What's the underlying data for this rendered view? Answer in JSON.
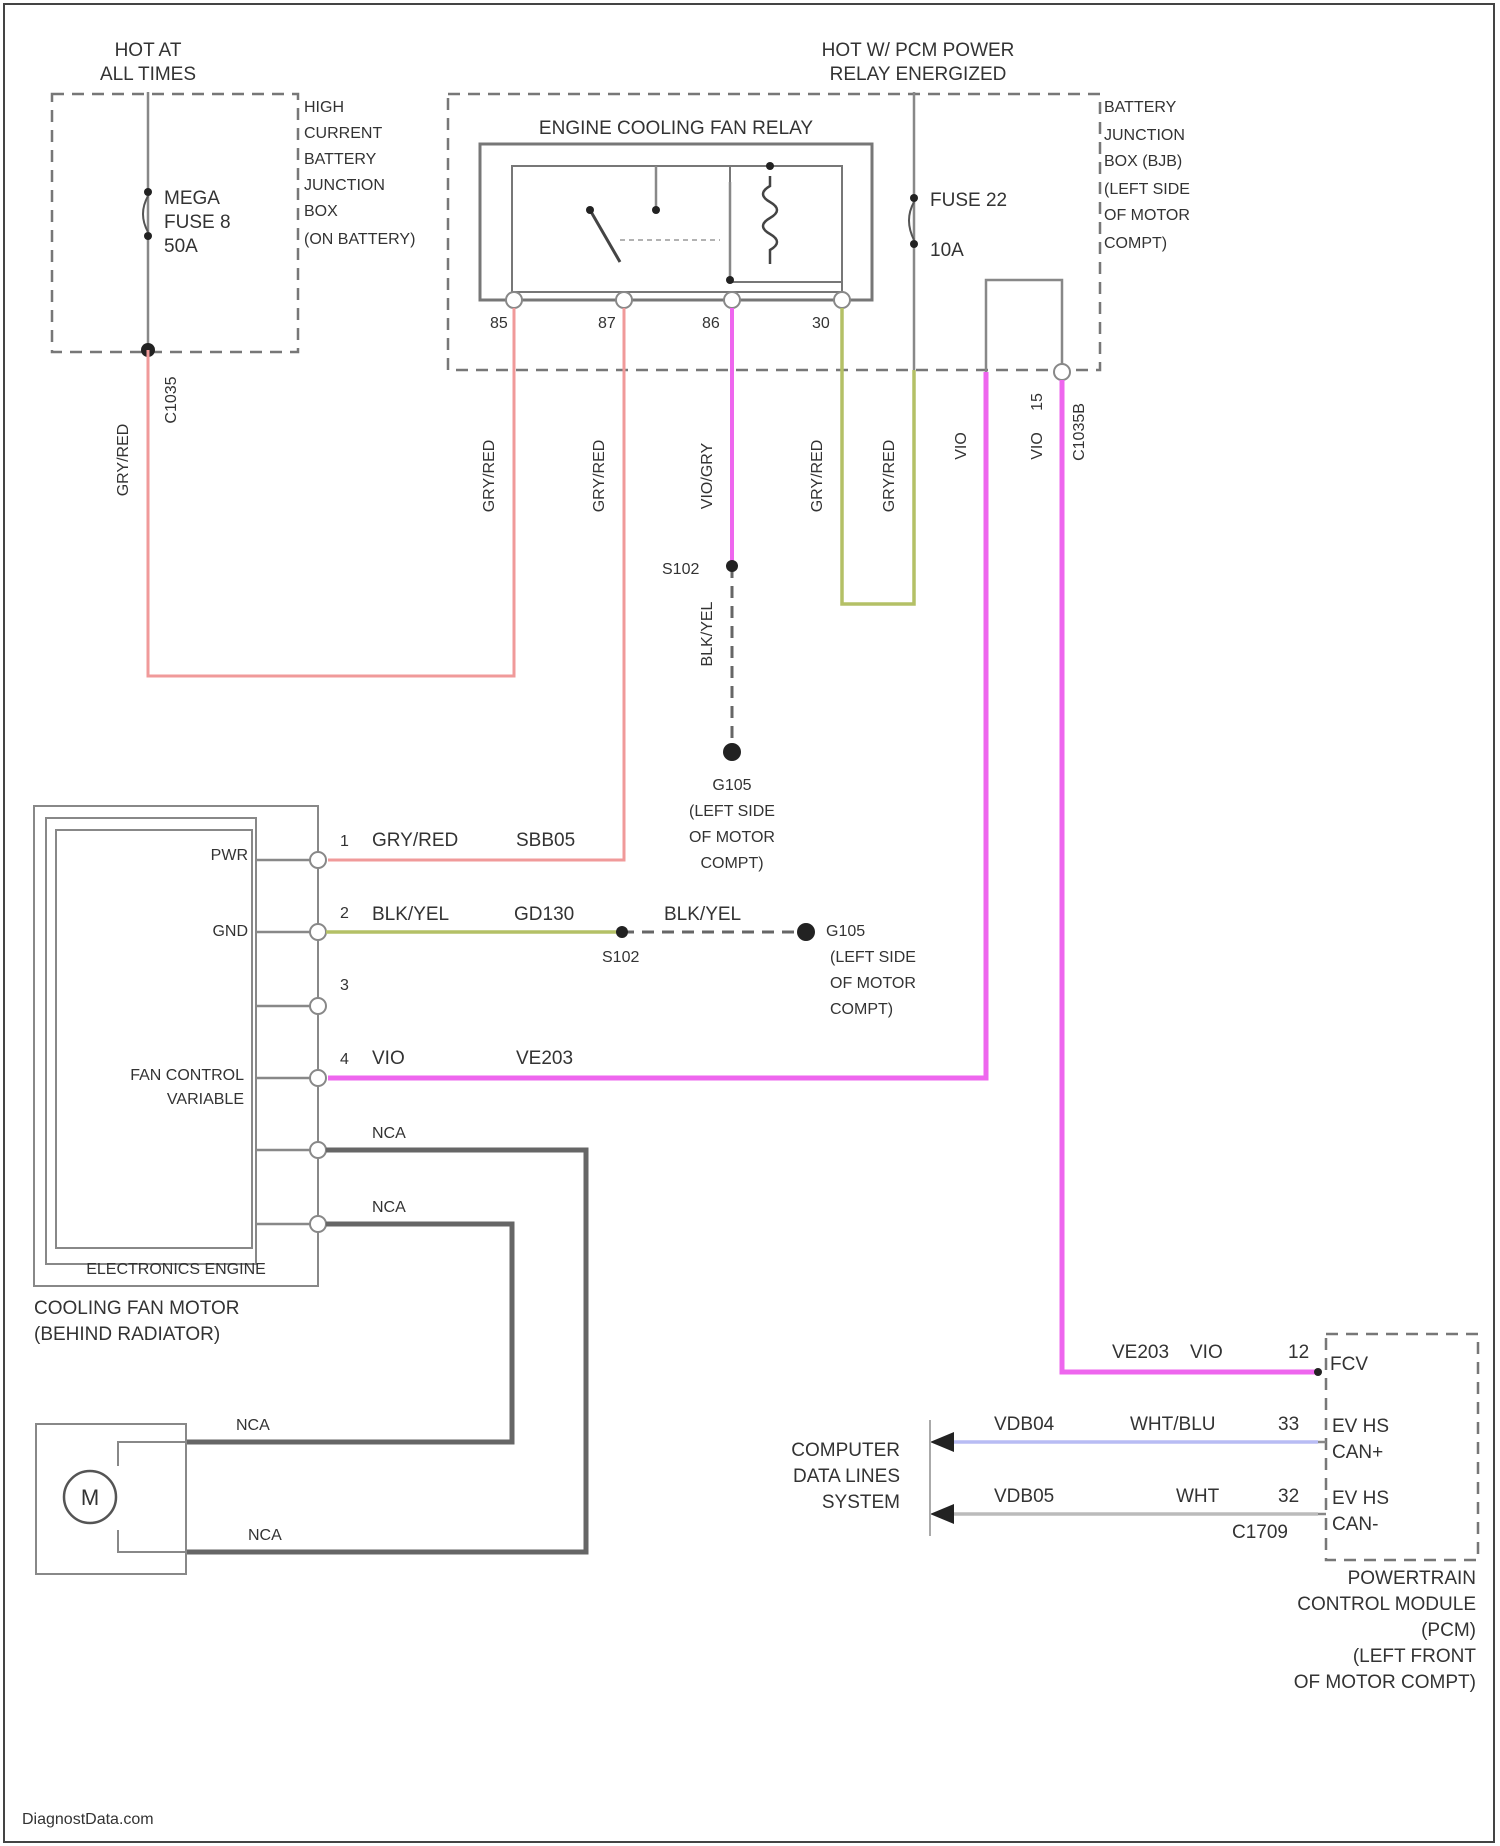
{
  "diagram": {
    "hot_at_all_times": [
      "HOT AT",
      "ALL TIMES"
    ],
    "hot_pcm": [
      "HOT W/ PCM POWER",
      "RELAY ENERGIZED"
    ],
    "hcbjb": [
      "HIGH",
      "CURRENT",
      "BATTERY",
      "JUNCTION",
      "BOX",
      "(ON BATTERY)"
    ],
    "bjb": [
      "BATTERY",
      "JUNCTION",
      "BOX (BJB)",
      "(LEFT SIDE",
      "OF MOTOR",
      "COMPT)"
    ],
    "mega_fuse": [
      "MEGA",
      "FUSE 8",
      "50A"
    ],
    "fuse_22": [
      "FUSE 22",
      "10A"
    ],
    "relay_title": "ENGINE COOLING FAN RELAY",
    "relay_pins": [
      "85",
      "87",
      "86",
      "30"
    ],
    "c1035": "C1035",
    "c1035b": "C1035B",
    "vert_wire_labels": {
      "gy_red_1": "GRY/RED",
      "gy_red_2": "GRY/RED",
      "gy_red_3": "GRY/RED",
      "vio_gry": "VIO/GRY",
      "gy_red_4": "GRY/RED",
      "gy_red_5": "GRY/RED",
      "vio_1": "VIO",
      "vio_2": "VIO",
      "pin_15": "15",
      "blk_yel": "BLK/YEL"
    },
    "s102_top": "S102",
    "g105_top": [
      "G105",
      "(LEFT SIDE",
      "OF MOTOR",
      "COMPT)"
    ],
    "motor_pins": [
      {
        "num": "1",
        "label": "PWR",
        "color": "GRY/RED",
        "circuit": "SBB05"
      },
      {
        "num": "2",
        "label": "GND",
        "color": "BLK/YEL",
        "circuit": "GD130"
      },
      {
        "num": "3",
        "label": "",
        "color": "",
        "circuit": ""
      },
      {
        "num": "4",
        "label": "FAN CONTROL",
        "label2": "VARIABLE",
        "color": "VIO",
        "circuit": "VE203"
      }
    ],
    "blk_yel_right": "BLK/YEL",
    "s102_mid": "S102",
    "g105_mid": [
      "G105",
      "(LEFT SIDE",
      "OF MOTOR",
      "COMPT)"
    ],
    "nca_labels": [
      "NCA",
      "NCA",
      "NCA",
      "NCA"
    ],
    "motor_module_inner": "ELECTRONICS ENGINE",
    "motor_name": [
      "COOLING FAN MOTOR",
      "(BEHIND RADIATOR)"
    ],
    "motor_symbol": "M",
    "pcm_pins": [
      {
        "num": "12",
        "label": "FCV",
        "color": "VIO",
        "circuit": "VE203"
      },
      {
        "num": "33",
        "label": "EV HS",
        "label2": "CAN+",
        "color": "WHT/BLU",
        "circuit": "VDB04"
      },
      {
        "num": "32",
        "label": "EV HS",
        "label2": "CAN-",
        "color": "WHT",
        "circuit": "VDB05"
      }
    ],
    "c1709": "C1709",
    "data_lines": [
      "COMPUTER",
      "DATA LINES",
      "SYSTEM"
    ],
    "pcm_name": [
      "POWERTRAIN",
      "CONTROL MODULE",
      "(PCM)",
      "(LEFT FRONT",
      "OF MOTOR COMPT)"
    ],
    "watermark": "DiagnostData.com"
  },
  "colors": {
    "gry_red": "#f09a9a",
    "vio": "#ee66ee",
    "blk_yel": "#b4c066",
    "black": "#666666",
    "wht_blu": "#b8bcf4",
    "wht": "#bbbbbb"
  }
}
